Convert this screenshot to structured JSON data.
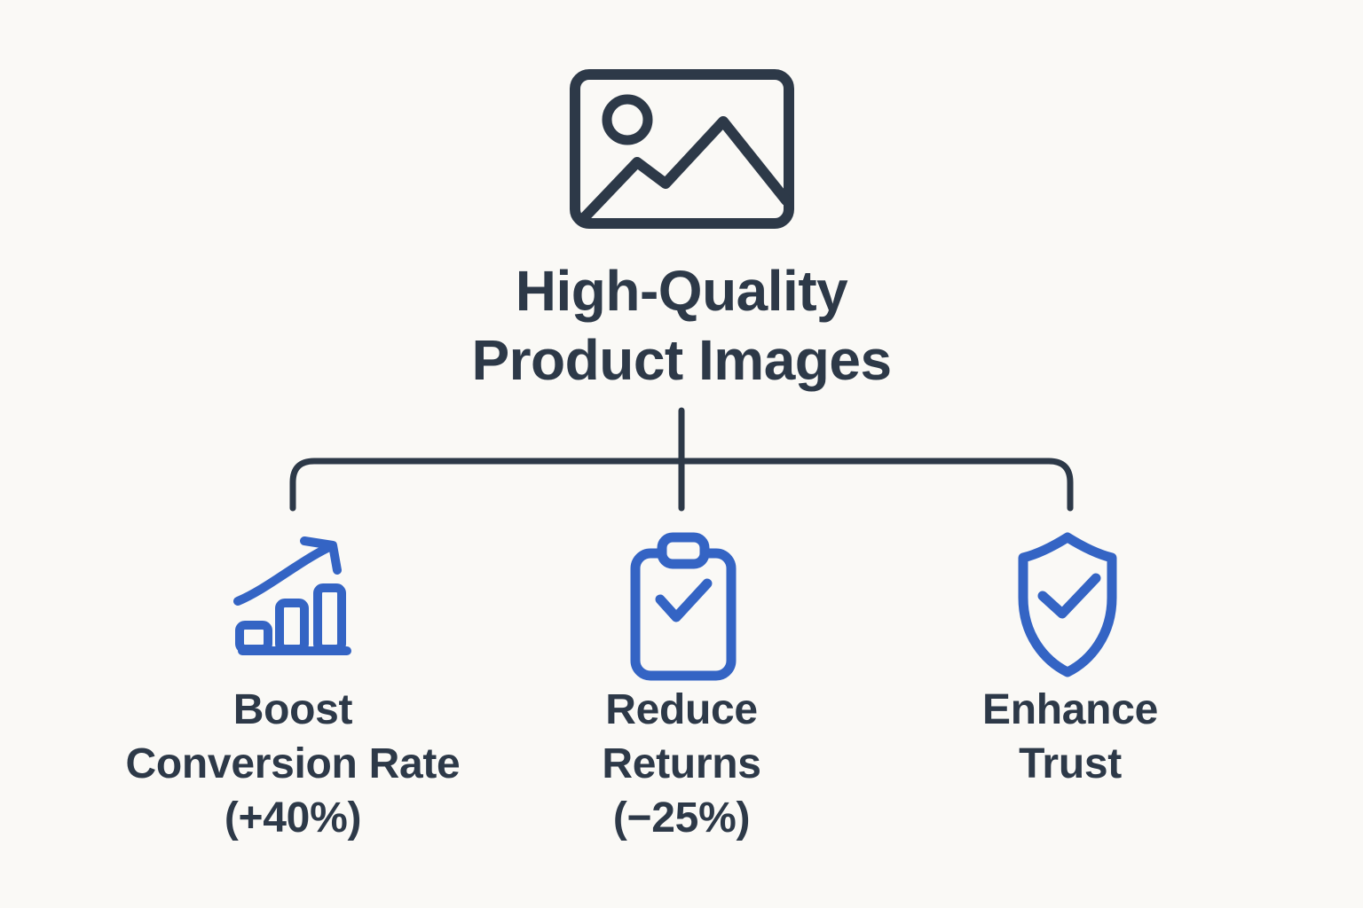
{
  "colors": {
    "background": "#faf9f6",
    "navy": "#2d3948",
    "blue": "#3464c4"
  },
  "root": {
    "icon": "product-image-icon",
    "title_line1": "High-Quality",
    "title_line2": "Product Images"
  },
  "branches": [
    {
      "icon": "growth-chart-icon",
      "lines": [
        "Boost",
        "Conversion Rate",
        "(+40%)"
      ]
    },
    {
      "icon": "clipboard-check-icon",
      "lines": [
        "Reduce",
        "Returns",
        "(−25%)"
      ]
    },
    {
      "icon": "shield-check-icon",
      "lines": [
        "Enhance",
        "Trust"
      ]
    }
  ]
}
